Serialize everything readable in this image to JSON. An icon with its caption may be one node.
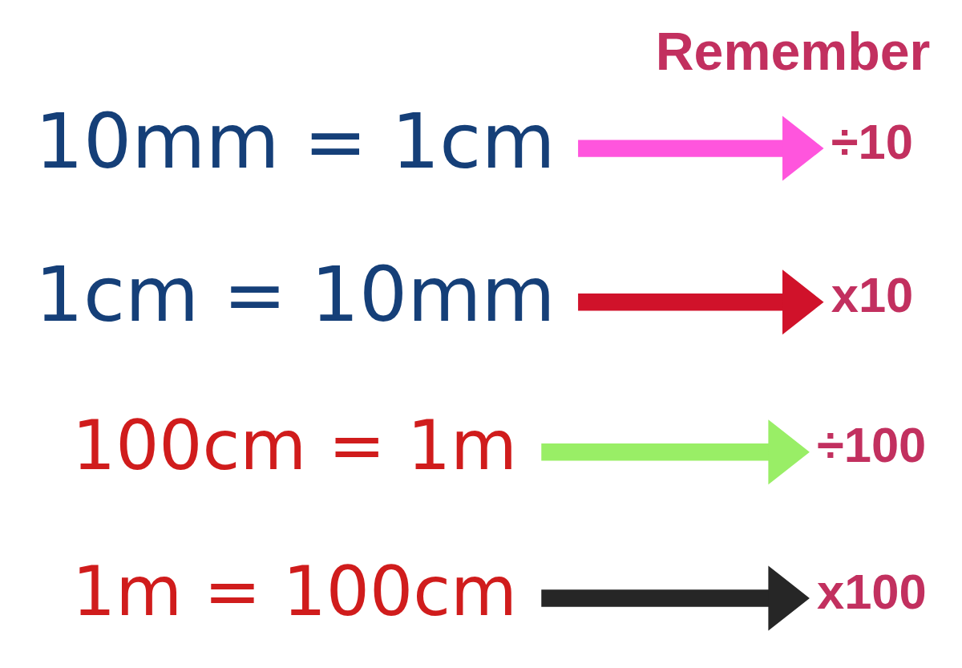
{
  "diagram": {
    "title": "Remember",
    "nodes": [
      {
        "text": [
          "10mm = 1cm"
        ]
      },
      {
        "text": [
          "÷10"
        ]
      },
      {
        "text": [
          "1cm = 10mm"
        ]
      },
      {
        "text": [
          "x10"
        ]
      },
      {
        "text": [
          "100cm = 1m"
        ]
      },
      {
        "text": [
          "÷100"
        ]
      },
      {
        "text": [
          "1m = 100cm"
        ]
      },
      {
        "text": [
          "x100"
        ]
      }
    ],
    "edges": [
      {
        "from": 0,
        "to": 1,
        "arrow": "to",
        "color": "#ff55dd"
      },
      {
        "from": 2,
        "to": 3,
        "arrow": "to",
        "color": "#d0122a"
      },
      {
        "from": 4,
        "to": 5,
        "arrow": "to",
        "color": "#99ee66"
      },
      {
        "from": 6,
        "to": 7,
        "arrow": "to",
        "color": "#262626"
      }
    ]
  }
}
